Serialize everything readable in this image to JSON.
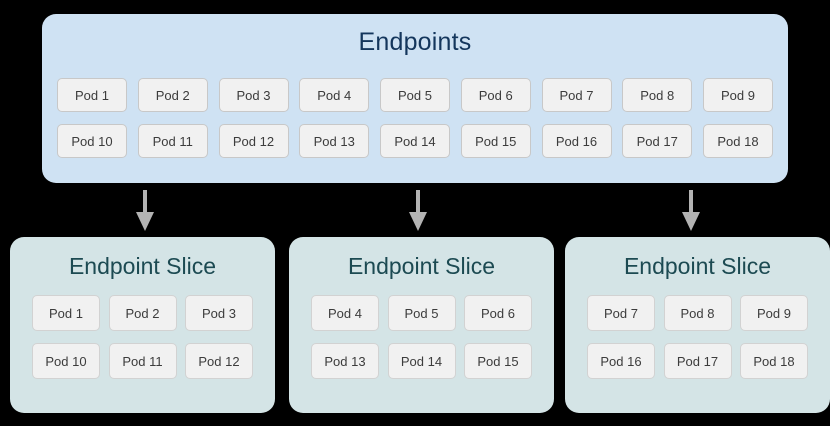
{
  "colors": {
    "page_background": "#000000",
    "endpoints_box": "#cfe2f3",
    "endpoints_title": "#14365c",
    "slice_box": "#d4e4e6",
    "slice_title": "#1c4a52",
    "chip_fill": "#f1f1f1",
    "chip_border": "#c8c8c8",
    "chip_text": "#3c3c3c",
    "arrow": "#b3b3b3"
  },
  "endpoints": {
    "title": "Endpoints",
    "rows": [
      [
        "Pod 1",
        "Pod 2",
        "Pod 3",
        "Pod 4",
        "Pod 5",
        "Pod 6",
        "Pod 7",
        "Pod 8",
        "Pod 9"
      ],
      [
        "Pod 10",
        "Pod 11",
        "Pod 12",
        "Pod 13",
        "Pod 14",
        "Pod 15",
        "Pod 16",
        "Pod 17",
        "Pod 18"
      ]
    ]
  },
  "arrows": [
    {
      "name": "arrow-to-slice-1"
    },
    {
      "name": "arrow-to-slice-2"
    },
    {
      "name": "arrow-to-slice-3"
    }
  ],
  "slices": [
    {
      "title": "Endpoint Slice",
      "rows": [
        [
          "Pod 1",
          "Pod 2",
          "Pod 3"
        ],
        [
          "Pod 10",
          "Pod 11",
          "Pod 12"
        ]
      ]
    },
    {
      "title": "Endpoint Slice",
      "rows": [
        [
          "Pod 4",
          "Pod 5",
          "Pod 6"
        ],
        [
          "Pod 13",
          "Pod 14",
          "Pod 15"
        ]
      ]
    },
    {
      "title": "Endpoint Slice",
      "rows": [
        [
          "Pod 7",
          "Pod 8",
          "Pod 9"
        ],
        [
          "Pod 16",
          "Pod 17",
          "Pod 18"
        ]
      ]
    }
  ]
}
